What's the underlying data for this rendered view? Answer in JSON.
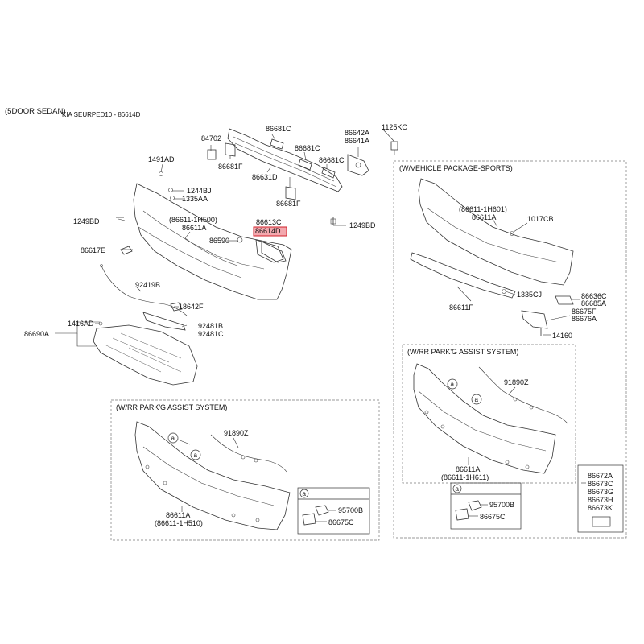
{
  "header": {
    "variant": "(5DOOR SEDAN)",
    "catalog": "KIA SEURPED10 - 86614D"
  },
  "labels": {
    "p84702": "84702",
    "p86681C_a": "86681C",
    "p86642A": "86642A",
    "p86641A": "86641A",
    "p1125KO": "1125KO",
    "p86681C_b": "86681C",
    "p86681C_c": "86681C",
    "p86681F_a": "86681F",
    "p86631D": "86631D",
    "p86681F_b": "86681F",
    "p1491AD": "1491AD",
    "p1244BJ": "1244BJ",
    "p1335AA": "1335AA",
    "p1249BD_a": "1249BD",
    "p1249BD_b": "1249BD",
    "p86611_1H500": "(86611-1H500)",
    "p86611A_a": "86611A",
    "p86613C": "86613C",
    "p86614D": "86614D",
    "p86590": "86590",
    "p86617E": "86617E",
    "p92419B": "92419B",
    "p18642F": "18642F",
    "p92481B": "92481B",
    "p92481C": "92481C",
    "p1416AD": "1416AD",
    "p86690A": "86690A",
    "p91890Z_a": "91890Z",
    "p86611A_b": "86611A",
    "p86611_1H510": "(86611-1H510)",
    "p95700B_a": "95700B",
    "p86675C_a": "86675C",
    "p86611_1H601": "(86611-1H601)",
    "p86611A_c": "86611A",
    "p1017CB": "1017CB",
    "p1335CJ": "1335CJ",
    "p86611F": "86611F",
    "p86636C": "86636C",
    "p86685A": "86685A",
    "p86675F": "86675F",
    "p86676A": "86676A",
    "p14160": "14160",
    "p91890Z_b": "91890Z",
    "p86611A_d": "86611A",
    "p86611_1H611": "(86611-1H611)",
    "p95700B_b": "95700B",
    "p86675C_b": "86675C",
    "p86672A": "86672A",
    "p86673C": "86673C",
    "p86673G": "86673G",
    "p86673H": "86673H",
    "p86673K": "86673K"
  },
  "groups": {
    "rr_park_left": "(W/RR PARK'G ASSIST SYSTEM)",
    "sports": "(W/VEHICLE PACKAGE-SPORTS)",
    "rr_park_right": "(W/RR PARK'G ASSIST SYSTEM)"
  },
  "callouts": {
    "a": "a"
  },
  "colors": {
    "highlight_fill": "#f3a8ae",
    "highlight_stroke": "#d0202a",
    "line": "#333333"
  }
}
